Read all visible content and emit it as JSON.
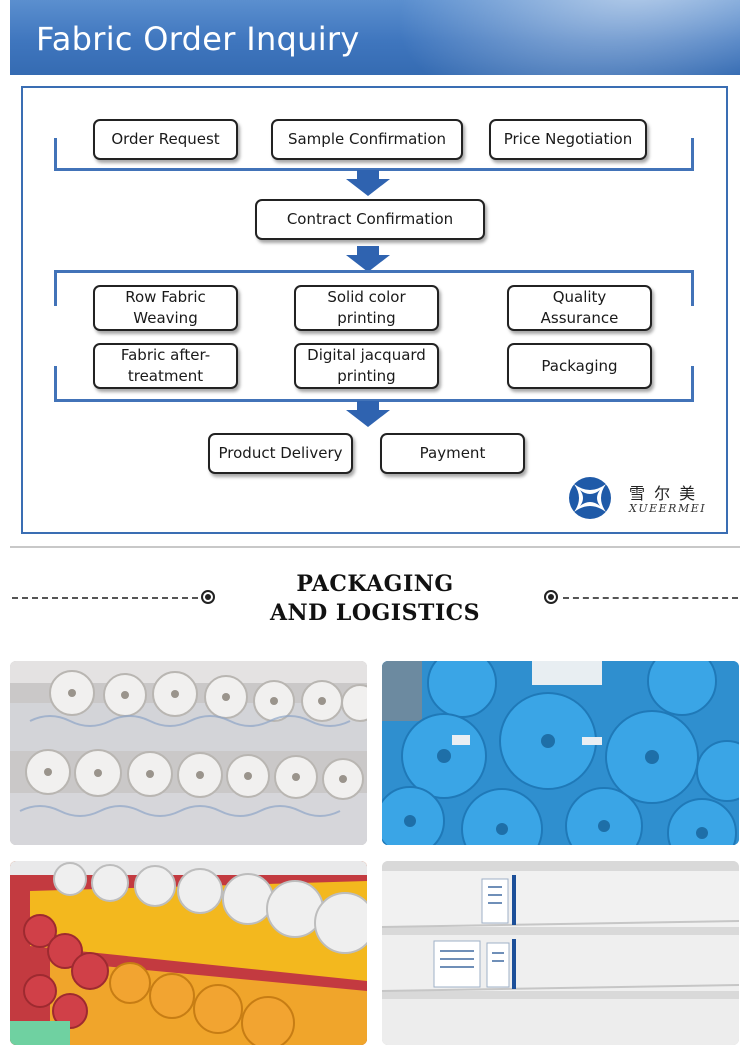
{
  "header": {
    "title": "Fabric Order Inquiry"
  },
  "flow": {
    "row1": [
      "Order Request",
      "Sample Confirmation",
      "Price Negotiation"
    ],
    "contract": "Contract Confirmation",
    "process": [
      "Row Fabric\nWeaving",
      "Solid color\nprinting",
      "Quality\nAssurance",
      "Fabric after-\ntreatment",
      "Digital jacquard\nprinting",
      "Packaging"
    ],
    "final": [
      "Product Delivery",
      "Payment"
    ]
  },
  "logo": {
    "chinese": "雪 尔 美",
    "latin": "XUEERMEI"
  },
  "section": {
    "title_line1": "PACKAGING",
    "title_line2": "AND LOGISTICS"
  },
  "colors": {
    "accent": "#3f76be",
    "arrow": "#2f63b0"
  }
}
